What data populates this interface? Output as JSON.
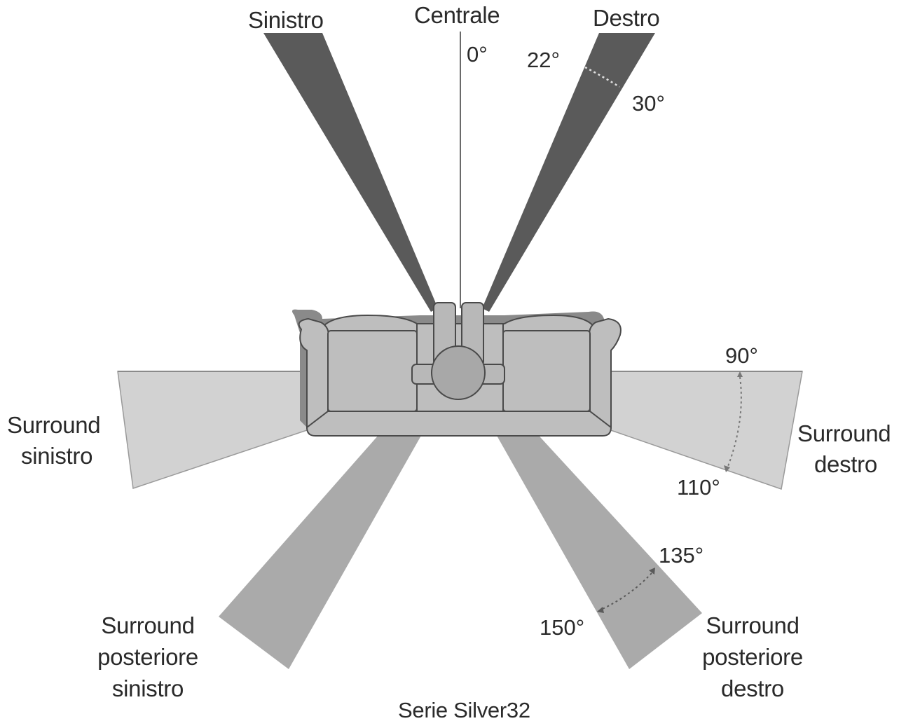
{
  "speakers": {
    "sinistro": "Sinistro",
    "centrale": "Centrale",
    "destro": "Destro",
    "surround_sinistro": [
      "Surround",
      "sinistro"
    ],
    "surround_destro": [
      "Surround",
      "destro"
    ],
    "surround_post_sinistro": [
      "Surround",
      "posteriore",
      "sinistro"
    ],
    "surround_post_destro": [
      "Surround",
      "posteriore",
      "destro"
    ]
  },
  "angles": {
    "a0": "0°",
    "a22": "22°",
    "a30": "30°",
    "a90": "90°",
    "a110": "110°",
    "a135": "135°",
    "a150": "150°"
  },
  "caption": "Serie Silver32",
  "colors": {
    "front_beam": "#5a5a5a",
    "surround_beam": "#d2d2d2",
    "rear_beam": "#aaaaaa",
    "sofa_fill": "#bebebe",
    "sofa_shadow": "#8a8a8a",
    "outline": "#4a4a4a"
  }
}
